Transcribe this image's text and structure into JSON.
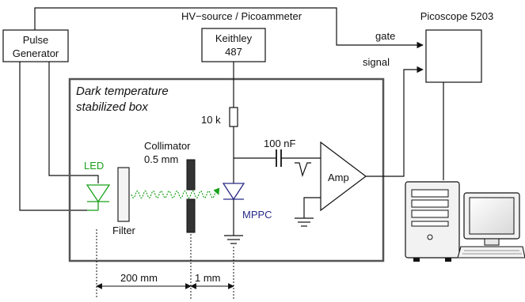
{
  "diagram": {
    "pulse_generator": [
      "Pulse",
      "Generator"
    ],
    "hv_source_title": "HV−source / Picoammeter",
    "keithley": [
      "Keithley",
      "487"
    ],
    "picoscope_title": "Picoscope 5203",
    "gate_label": "gate",
    "signal_label": "signal",
    "box_title": [
      "Dark temperature",
      "stabilized box"
    ],
    "resistor_label": "10 k",
    "capacitor_label": "100 nF",
    "amp_label": "Amp",
    "collimator_label": [
      "Collimator",
      "0.5 mm"
    ],
    "led_label": "LED",
    "filter_label": "Filter",
    "mppc_label": "MPPC",
    "dist_1": "200 mm",
    "dist_2": "1 mm"
  },
  "colors": {
    "led": "#1aa01a",
    "mppc": "#2a2a8a",
    "box_border": "#555555",
    "collimator": "#333333"
  }
}
